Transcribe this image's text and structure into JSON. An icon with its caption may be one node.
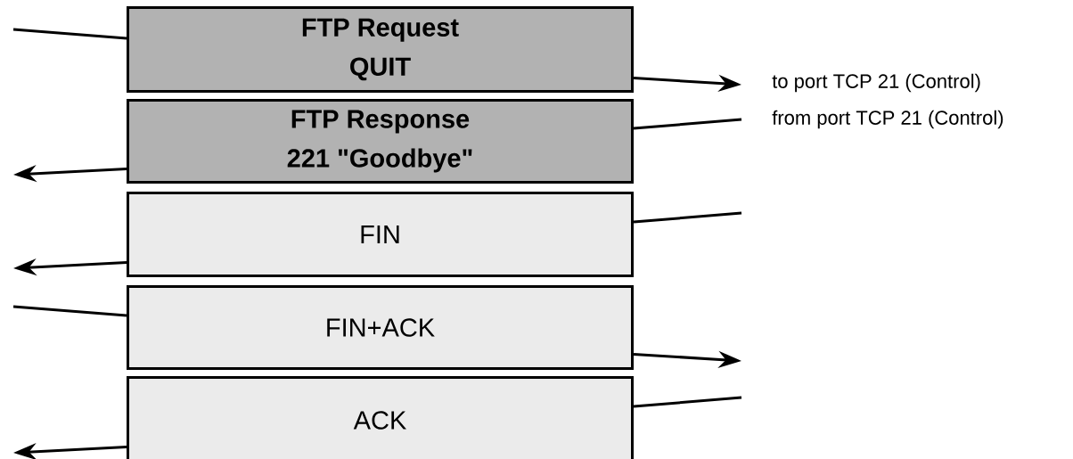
{
  "diagram": {
    "nodes": [
      {
        "text": [
          "FTP Request",
          "QUIT"
        ]
      },
      {
        "text": [
          "FTP Response",
          "221 \"Goodbye\""
        ]
      },
      {
        "text": [
          "FIN"
        ]
      },
      {
        "text": [
          "FIN+ACK"
        ]
      },
      {
        "text": [
          "ACK"
        ]
      }
    ],
    "edges": [
      {
        "from": null,
        "to": 0,
        "arrow": "none"
      },
      {
        "from": 0,
        "to": null,
        "arrow": "to"
      },
      {
        "from": null,
        "to": 1,
        "arrow": "none"
      },
      {
        "from": 1,
        "to": null,
        "arrow": "to"
      },
      {
        "from": null,
        "to": 2,
        "arrow": "none"
      },
      {
        "from": 2,
        "to": null,
        "arrow": "to"
      },
      {
        "from": null,
        "to": 3,
        "arrow": "none"
      },
      {
        "from": 3,
        "to": null,
        "arrow": "to"
      },
      {
        "from": null,
        "to": 4,
        "arrow": "none"
      },
      {
        "from": 4,
        "to": null,
        "arrow": "to"
      }
    ],
    "labels": [
      "to port TCP 21 (Control)",
      "from port TCP 21 (Control)"
    ]
  }
}
